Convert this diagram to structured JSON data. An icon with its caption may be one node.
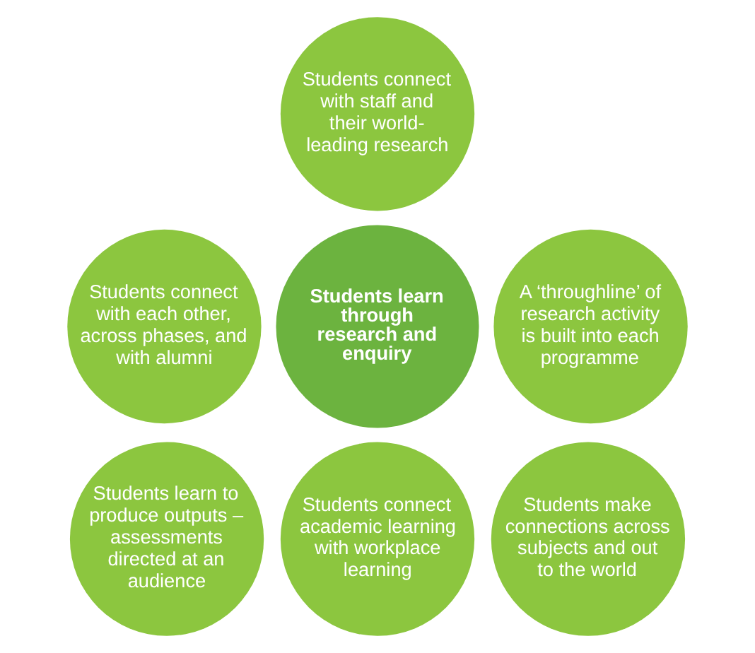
{
  "diagram": {
    "nodes": [
      {
        "text": [
          "Students connect with staff and their world-leading research"
        ]
      },
      {
        "text": [
          "Students connect with each other, across phases, and with alumni"
        ]
      },
      {
        "text": [
          "A ‘throughline’ of research activity is built into each programme"
        ]
      },
      {
        "text": [
          "Students learn through research and enquiry"
        ]
      },
      {
        "text": [
          "Students learn to produce outputs – assessments directed at an audience"
        ]
      },
      {
        "text": [
          "Students make connections across subjects and out to the world"
        ]
      },
      {
        "text": [
          "Students connect academic learning with workplace learning"
        ]
      }
    ]
  }
}
